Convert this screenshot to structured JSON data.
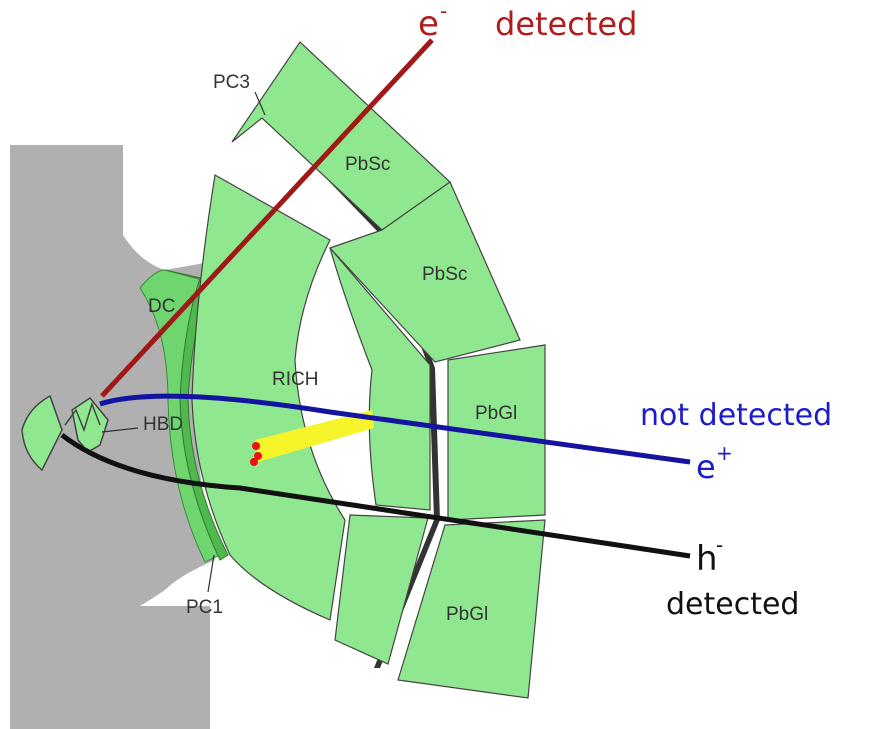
{
  "labels": {
    "pc3": "PC3",
    "pbsc_upper": "PbSc",
    "pbsc_lower": "PbSc",
    "dc": "DC",
    "rich": "RICH",
    "hbd": "HBD",
    "pbgl_upper": "PbGl",
    "pbgl_lower": "PbGl",
    "pc1": "PC1"
  },
  "tracks": {
    "electron_symbol": "e",
    "electron_sup": "-",
    "electron_status": "detected",
    "positron_status": "not detected",
    "positron_symbol": "e",
    "positron_sup": "+",
    "hadron_symbol": "h",
    "hadron_sup": "-",
    "hadron_status": "detected"
  },
  "colors": {
    "detector_fill": "#8fe88f",
    "detector_dark": "#55c455",
    "support": "#b0b0b0",
    "electron_track": "#a01818",
    "positron_track": "#1414a0",
    "hadron_track": "#111111",
    "cherenkov_ring": "#f5f52a",
    "electron_label": "#b01c1c",
    "positron_label": "#1c1cc8",
    "hadron_label": "#111111"
  }
}
